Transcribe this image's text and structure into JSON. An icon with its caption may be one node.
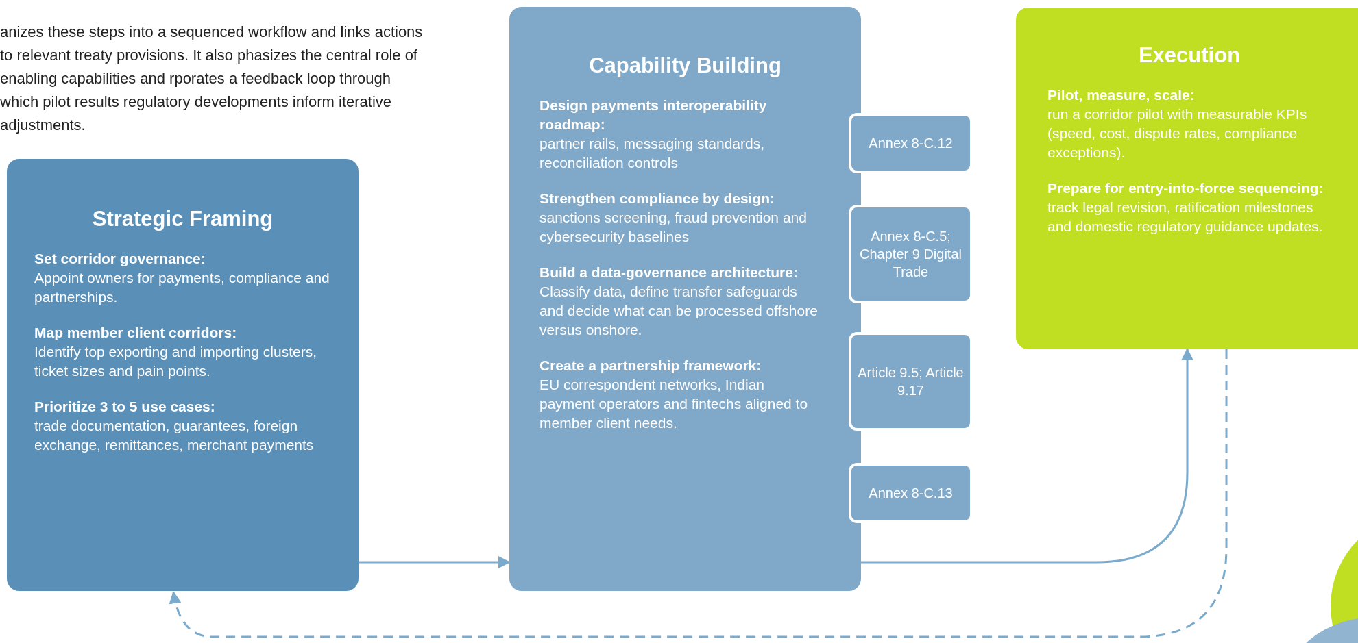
{
  "diagram": {
    "nodes": [
      {
        "text": [
          "Strategic Framing",
          "Set corridor governance:",
          "Appoint owners for payments, compliance and partnerships.",
          "Map member client corridors:",
          "Identify top exporting and importing clusters, ticket sizes and pain points.",
          "Prioritize 3 to 5 use cases:",
          "trade documentation, guarantees, foreign exchange, remittances, merchant payments"
        ]
      },
      {
        "text": [
          "Capability Building",
          "Design payments interoperability roadmap:",
          "partner rails, messaging standards, reconciliation controls",
          "Strengthen compliance by design:",
          "sanctions screening, fraud prevention and cybersecurity baselines",
          "Build a data-governance architecture:",
          "Classify data, define transfer safeguards and decide what can be processed offshore versus onshore.",
          "Create a partnership framework:",
          "EU correspondent networks, Indian payment operators and fintechs aligned to member client needs."
        ]
      },
      {
        "text": [
          "Annex 8-C.12"
        ]
      },
      {
        "text": [
          "Annex 8-C.5; Chapter 9 Digital Trade"
        ]
      },
      {
        "text": [
          "Article 9.5; Article 9.17"
        ]
      },
      {
        "text": [
          "Annex 8-C.13"
        ]
      },
      {
        "text": [
          "Execution",
          "Pilot, measure, scale:",
          "run a corridor pilot with measurable KPIs (speed, cost, dispute rates, compliance exceptions).",
          "Prepare for entry-into-force sequencing:",
          "track legal revision, ratification milestones and domestic regulatory guidance updates."
        ]
      }
    ],
    "edges": [
      {
        "from": 0,
        "to": 1,
        "arrow": "to"
      },
      {
        "from": 1,
        "to": 6,
        "arrow": "to"
      },
      {
        "from": 6,
        "to": 0,
        "arrow": "to",
        "style": "dashed"
      }
    ],
    "labels": [
      "anizes these steps into a sequenced workflow and links actions to relevant treaty provisions. It also phasizes the central role of enabling capabilities and rporates a feedback loop through which pilot results regulatory developments inform iterative adjustments."
    ]
  }
}
